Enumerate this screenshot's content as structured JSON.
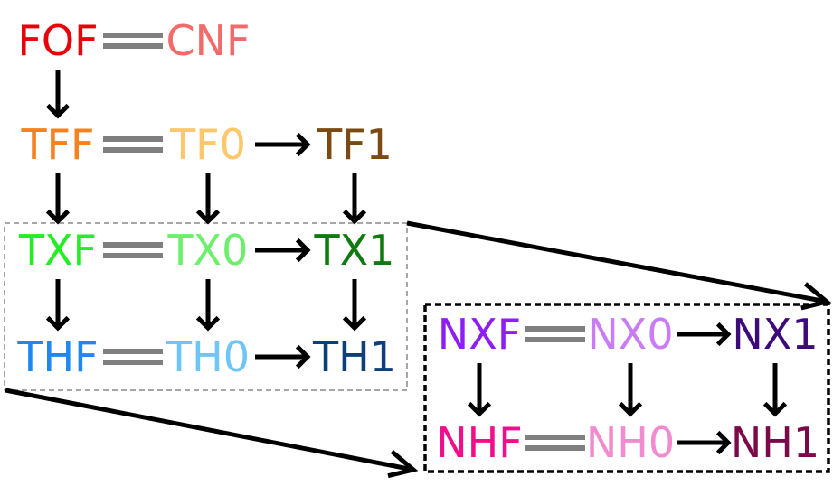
{
  "nodes": {
    "FOF": {
      "label": "FOF",
      "color": "#e8000b"
    },
    "CNF": {
      "label": "CNF",
      "color": "#f26b6b"
    },
    "TFF": {
      "label": "TFF",
      "color": "#f5821f"
    },
    "TF0": {
      "label": "TF0",
      "color": "#fcc86b"
    },
    "TF1": {
      "label": "TF1",
      "color": "#7a4a12"
    },
    "TXF": {
      "label": "TXF",
      "color": "#22ee22"
    },
    "TX0": {
      "label": "TX0",
      "color": "#6cf06c"
    },
    "TX1": {
      "label": "TX1",
      "color": "#0f7a0f"
    },
    "THF": {
      "label": "THF",
      "color": "#1e88f0"
    },
    "TH0": {
      "label": "TH0",
      "color": "#6ec6f5"
    },
    "TH1": {
      "label": "TH1",
      "color": "#0d3f7a"
    },
    "NXF": {
      "label": "NXF",
      "color": "#8f1ef5"
    },
    "NX0": {
      "label": "NX0",
      "color": "#c97cf5"
    },
    "NX1": {
      "label": "NX1",
      "color": "#3d0a7a"
    },
    "NHF": {
      "label": "NHF",
      "color": "#f00f8a"
    },
    "NH0": {
      "label": "NH0",
      "color": "#f28ad0"
    },
    "NH1": {
      "label": "NH1",
      "color": "#7a0a4a"
    }
  },
  "equivalences": [
    [
      "FOF",
      "CNF"
    ],
    [
      "TFF",
      "TF0"
    ],
    [
      "TXF",
      "TX0"
    ],
    [
      "THF",
      "TH0"
    ],
    [
      "NXF",
      "NX0"
    ],
    [
      "NHF",
      "NH0"
    ]
  ],
  "arrows": [
    [
      "FOF",
      "TFF"
    ],
    [
      "TF0",
      "TF1"
    ],
    [
      "TFF",
      "TXF"
    ],
    [
      "TF0",
      "TX0"
    ],
    [
      "TF1",
      "TX1"
    ],
    [
      "TX0",
      "TX1"
    ],
    [
      "TXF",
      "THF"
    ],
    [
      "TX0",
      "TH0"
    ],
    [
      "TX1",
      "TH1"
    ],
    [
      "TH0",
      "TH1"
    ],
    [
      "NX0",
      "NX1"
    ],
    [
      "NXF",
      "NHF"
    ],
    [
      "NX0",
      "NH0"
    ],
    [
      "NX1",
      "NH1"
    ],
    [
      "NH0",
      "NH1"
    ]
  ],
  "groups": {
    "t_block": {
      "border_color": "#8a8a8a",
      "style": "dashed-thin"
    },
    "n_block": {
      "border_color": "#000000",
      "style": "dashed-thick"
    }
  }
}
